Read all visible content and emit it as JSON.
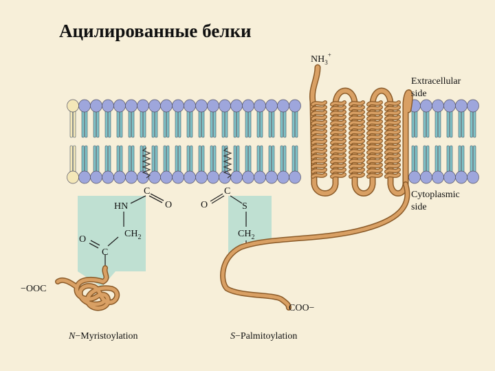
{
  "title": "Ацилированные белки",
  "labels": {
    "nh3": "NH",
    "nh3_sub": "3",
    "nh3_sup": "+",
    "extracellular_1": "Extracellular",
    "extracellular_2": "side",
    "cytoplasmic_1": "Cytoplasmic",
    "cytoplasmic_2": "side",
    "coo_left": "−OOC",
    "coo_right": "COO−",
    "myristoylation_prefix": "N",
    "myristoylation_rest": "−Myristoylation",
    "palmitoylation_prefix": "S",
    "palmitoylation_rest": "−Palmitoylation"
  },
  "myristoyl_group": {
    "c_top": "C",
    "o_right": "O",
    "hn": "HN",
    "ch2": "CH",
    "ch2_sub": "2",
    "o_left": "O",
    "c_bottom": "C"
  },
  "palmitoyl_group": {
    "c_top": "C",
    "o_left": "O",
    "s": "S",
    "ch2": "CH",
    "ch2_sub": "2"
  },
  "colors": {
    "background": "#f7efd9",
    "head_group": "#9ea6dc",
    "tail": "#7fc3c8",
    "panel": "#bfe0d2",
    "protein": "#d9a064",
    "protein_edge": "#8a5a28"
  }
}
